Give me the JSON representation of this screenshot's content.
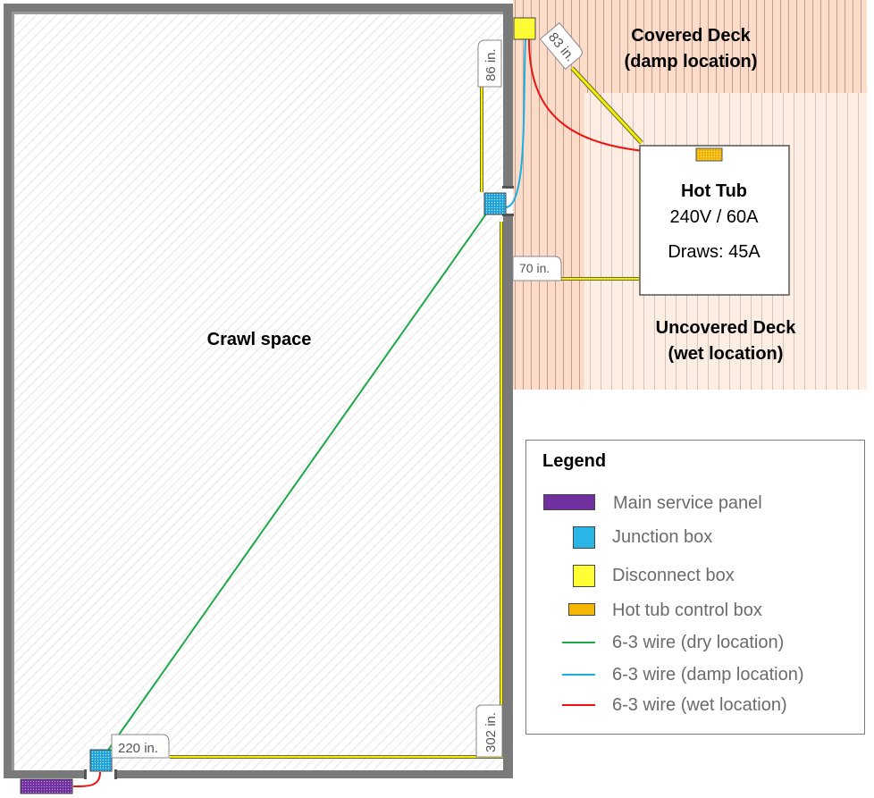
{
  "diagram": {
    "areas": {
      "crawl_space": "Crawl space",
      "covered_deck": [
        "Covered Deck",
        "(damp location)"
      ],
      "uncovered_deck": [
        "Uncovered Deck",
        "(wet location)"
      ]
    },
    "hot_tub": {
      "title": "Hot Tub",
      "rating": "240V / 60A",
      "draw": "Draws: 45A"
    },
    "measurements": {
      "left_run": "220 in.",
      "vertical_run": "302 in.",
      "upper_run": "86 in.",
      "diagonal_run": "83 in.",
      "deck_run": "70 in."
    },
    "colors": {
      "wall": "#7a7a7a",
      "dry_wire": "#1fa84a",
      "damp_wire": "#1ab0e6",
      "wet_wire": "#ee1111",
      "measure_line": "#f5f000",
      "main_panel": "#7030a0",
      "junction_box": "#29b6e6",
      "disconnect_box": "#ffff33",
      "control_box": "#f5b800",
      "covered_deck_bg": "#fbdcc9",
      "uncovered_deck_bg": "#fdeee4"
    }
  },
  "legend": {
    "title": "Legend",
    "items": [
      {
        "label": "Main service panel",
        "type": "panel"
      },
      {
        "label": "Junction box",
        "type": "junction"
      },
      {
        "label": "Disconnect box",
        "type": "disconnect"
      },
      {
        "label": "Hot tub control box",
        "type": "control"
      },
      {
        "label": "6-3 wire (dry location)",
        "type": "dry"
      },
      {
        "label": "6-3 wire (damp location)",
        "type": "damp"
      },
      {
        "label": "6-3 wire (wet location)",
        "type": "wet"
      }
    ]
  }
}
